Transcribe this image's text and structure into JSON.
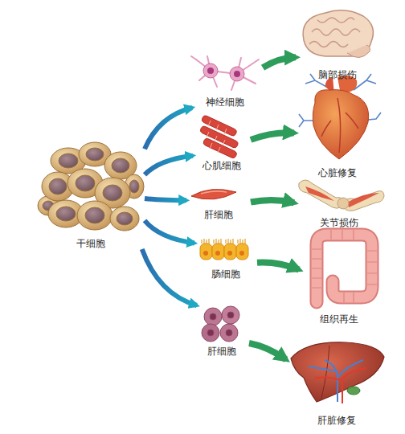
{
  "diagram": {
    "nodes": [
      {
        "text": [
          "干细胞"
        ]
      },
      {
        "text": [
          "神经细胞"
        ]
      },
      {
        "text": [
          "心肌细胞"
        ]
      },
      {
        "text": [
          "肝细胞"
        ]
      },
      {
        "text": [
          "肠细胞"
        ]
      },
      {
        "text": [
          "肝细胞"
        ]
      },
      {
        "text": [
          "脑部损伤"
        ]
      },
      {
        "text": [
          "心脏修复"
        ]
      },
      {
        "text": [
          "关节损伤"
        ]
      },
      {
        "text": [
          "组织再生"
        ]
      },
      {
        "text": [
          "肝脏修复"
        ]
      }
    ],
    "edges": [
      {
        "from": 0,
        "to": 1,
        "arrow": "to"
      },
      {
        "from": 0,
        "to": 2,
        "arrow": "to"
      },
      {
        "from": 0,
        "to": 3,
        "arrow": "to"
      },
      {
        "from": 0,
        "to": 4,
        "arrow": "to"
      },
      {
        "from": 0,
        "to": 5,
        "arrow": "to"
      },
      {
        "from": 1,
        "to": 6,
        "arrow": "to"
      },
      {
        "from": 2,
        "to": 7,
        "arrow": "to"
      },
      {
        "from": 3,
        "to": 8,
        "arrow": "to"
      },
      {
        "from": 4,
        "to": 9,
        "arrow": "to"
      },
      {
        "from": 5,
        "to": 10,
        "arrow": "to"
      }
    ]
  }
}
